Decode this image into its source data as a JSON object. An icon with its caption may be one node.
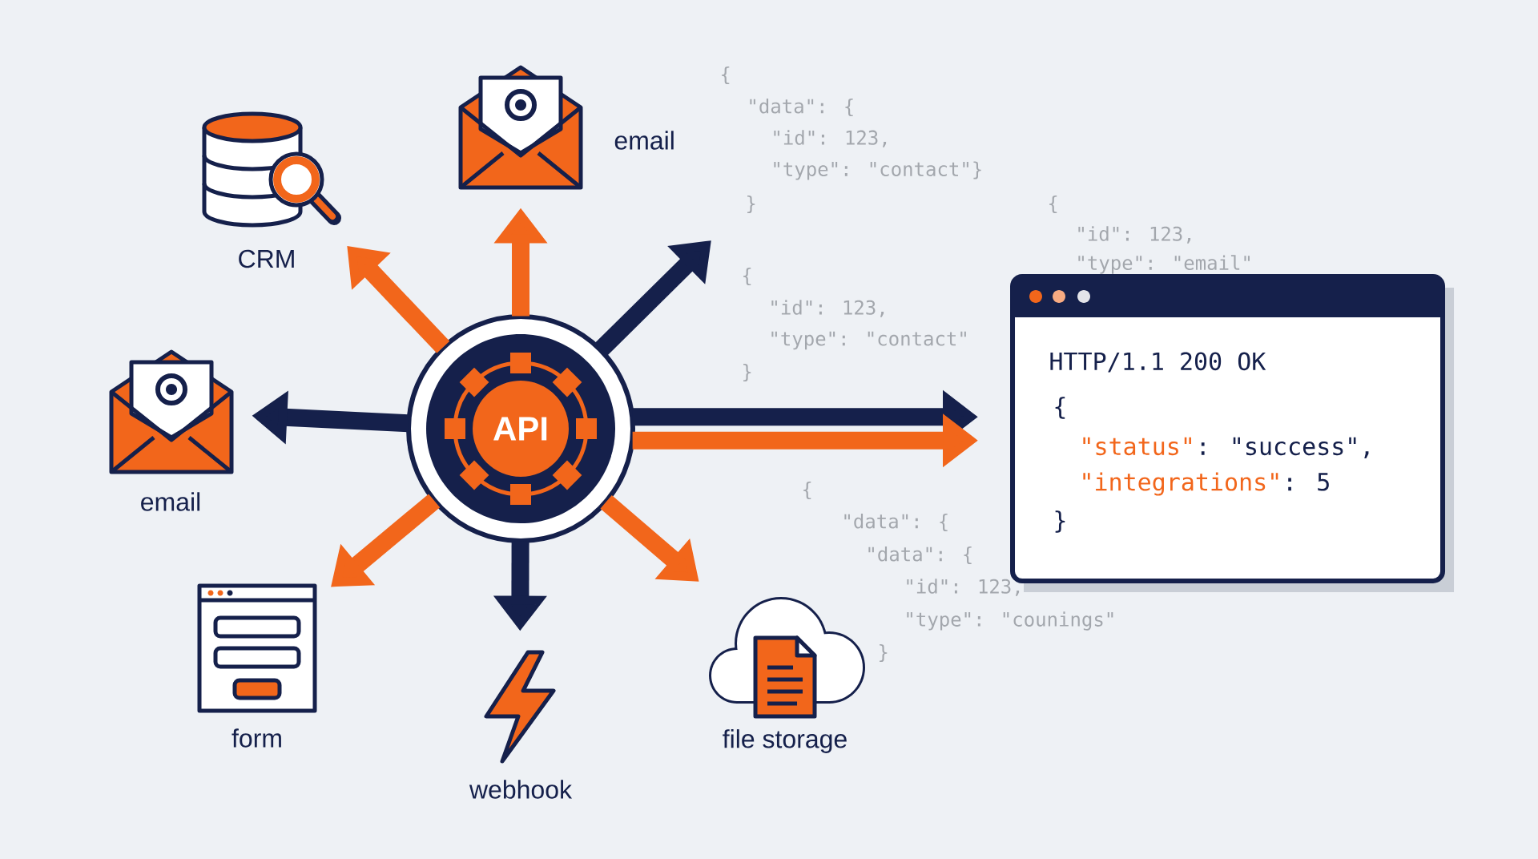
{
  "diagram": {
    "nodes": [
      {
        "text": [
          "API"
        ]
      },
      {
        "text": [
          "CRM"
        ]
      },
      {
        "text": [
          "email"
        ]
      },
      {
        "text": [
          "email"
        ]
      },
      {
        "text": [
          "form"
        ]
      },
      {
        "text": [
          "webhook"
        ]
      },
      {
        "text": [
          "file storage"
        ]
      },
      {
        "text": [
          "HTTP/1.1 200 OK",
          "{",
          "\"status\"",
          ": \"success\",",
          "\"integrations\"",
          ": 5",
          "}"
        ]
      }
    ],
    "edges": [
      {
        "from": 0,
        "to": 1,
        "arrow": "to"
      },
      {
        "from": 0,
        "to": 2,
        "arrow": "to"
      },
      {
        "from": 0,
        "to": null,
        "arrow": "to",
        "color": "#15204b"
      },
      {
        "from": 0,
        "to": 3,
        "arrow": "to",
        "color": "#15204b"
      },
      {
        "from": 0,
        "to": 7,
        "arrow": "to",
        "color": "#15204b"
      },
      {
        "from": 0,
        "to": 7,
        "arrow": "to"
      },
      {
        "from": 0,
        "to": 4,
        "arrow": "to"
      },
      {
        "from": 0,
        "to": 5,
        "arrow": "to",
        "color": "#15204b"
      },
      {
        "from": 0,
        "to": 6,
        "arrow": "to"
      }
    ],
    "labels": [
      "{",
      "\"data\": {",
      "\"id\": 123,",
      "\"type\": \"contact\"}",
      "}",
      "{",
      "\"id\": 123,",
      "\"type\": \"email\"",
      "{",
      "\"id\": 123,",
      "\"type\": \"contact\"",
      "}",
      "{",
      "\"data\": {",
      "\"data\": {",
      "\"id\": 123,",
      "\"type\": \"counings\"",
      "}"
    ]
  }
}
